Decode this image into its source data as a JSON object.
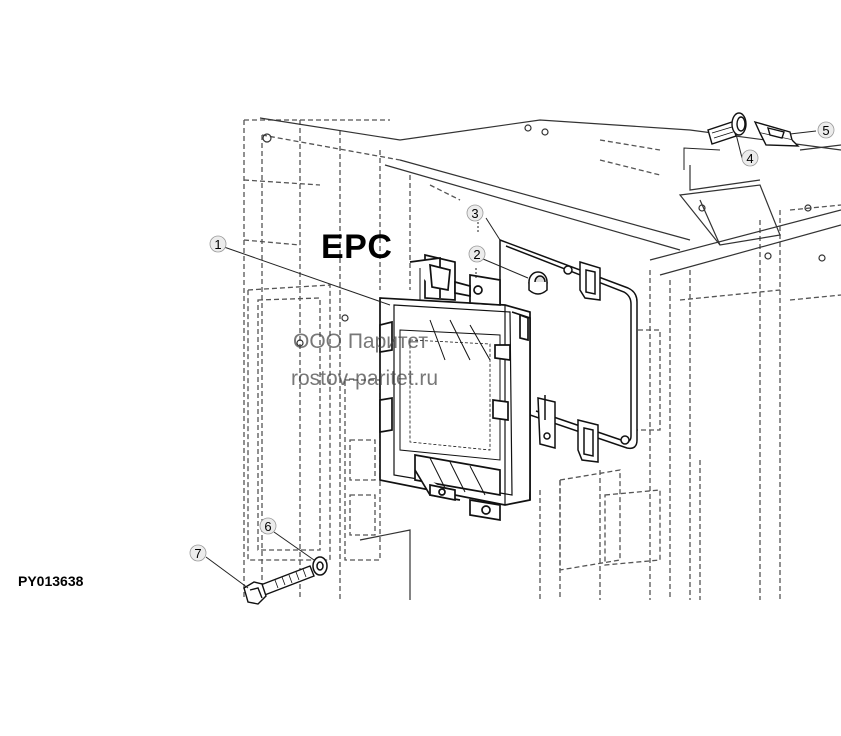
{
  "diagram": {
    "title": "EPC",
    "figure_code": "PY013638",
    "watermark": {
      "line1": "ООО Паритет",
      "line2": "rostov-paritet.ru"
    },
    "callouts": [
      {
        "id": "1",
        "label": "1"
      },
      {
        "id": "2",
        "label": "2"
      },
      {
        "id": "3",
        "label": "3"
      },
      {
        "id": "4",
        "label": "4"
      },
      {
        "id": "5",
        "label": "5"
      },
      {
        "id": "6",
        "label": "6"
      },
      {
        "id": "7",
        "label": "7"
      }
    ]
  }
}
